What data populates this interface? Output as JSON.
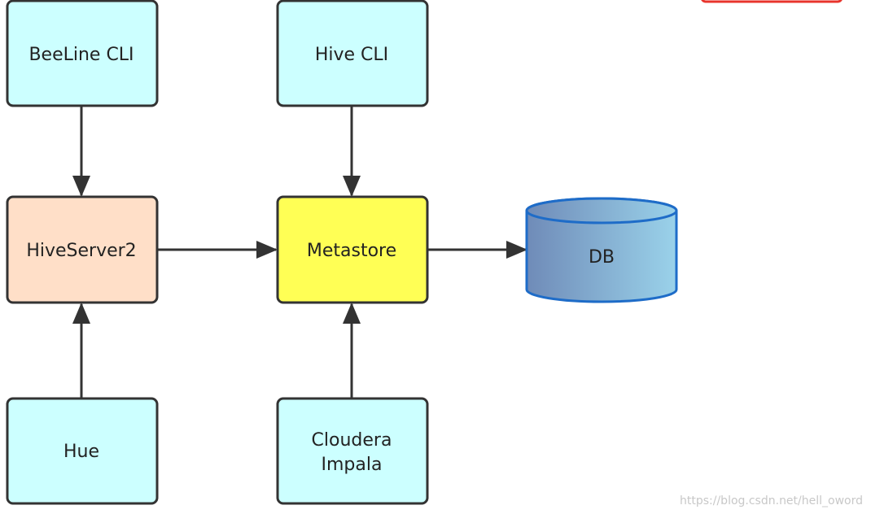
{
  "nodes": {
    "beeline_cli": {
      "label": "BeeLine CLI",
      "fill": "#ccffff"
    },
    "hive_cli": {
      "label": "Hive CLI",
      "fill": "#ccffff"
    },
    "hiveserver2": {
      "label": "HiveServer2",
      "fill": "#ffdfc8"
    },
    "metastore": {
      "label": "Metastore",
      "fill": "#ffff55"
    },
    "db": {
      "label": "DB",
      "fill_start": "#6f8bb8",
      "fill_end": "#9ad2ea",
      "stroke": "#1e6cc8"
    },
    "hue": {
      "label": "Hue",
      "fill": "#ccffff"
    },
    "cloudera_impala": {
      "label_line1": "Cloudera",
      "label_line2": "Impala",
      "fill": "#ccffff"
    }
  },
  "edges": [
    {
      "from": "BeeLine CLI",
      "to": "HiveServer2"
    },
    {
      "from": "Hive CLI",
      "to": "Metastore"
    },
    {
      "from": "HiveServer2",
      "to": "Metastore"
    },
    {
      "from": "Metastore",
      "to": "DB"
    },
    {
      "from": "Hue",
      "to": "HiveServer2"
    },
    {
      "from": "Cloudera Impala",
      "to": "Metastore"
    }
  ],
  "colors": {
    "box_stroke": "#333333",
    "arrow": "#333333",
    "corner_mark": "#e8342c"
  },
  "watermark": "https://blog.csdn.net/hell_oword"
}
